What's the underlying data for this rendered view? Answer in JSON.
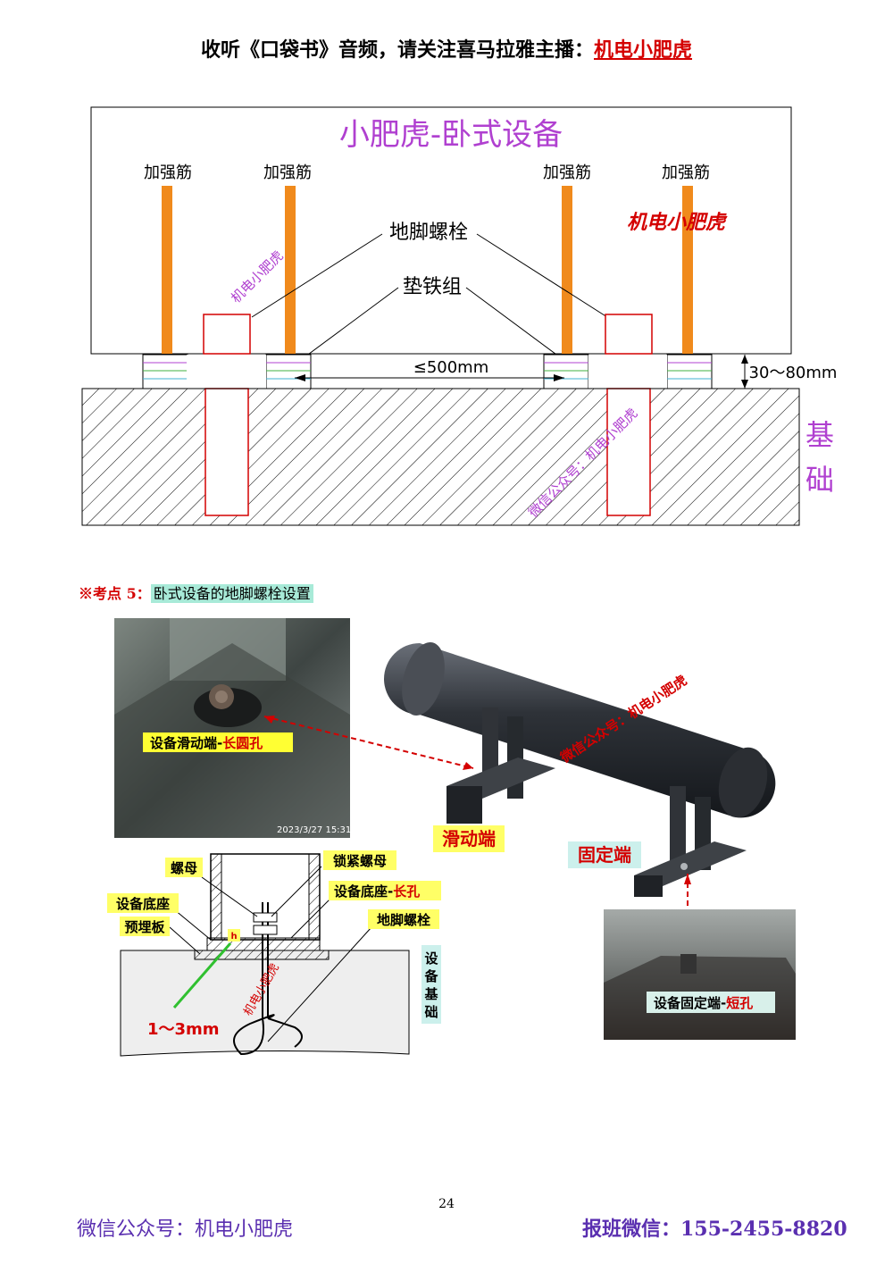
{
  "header": {
    "prefix": "收听《口袋书》音频，请关注喜马拉雅主播：",
    "brand": "机电小肥虎"
  },
  "diagram1": {
    "title": "小肥虎-卧式设备",
    "rib_label": "加强筋",
    "anchor_bolt_label": "地脚螺栓",
    "shim_label": "垫铁组",
    "spacing_label": "≤500mm",
    "gap_label": "30～80mm",
    "foundation_label_1": "基",
    "foundation_label_2": "础",
    "watermark_red": "机电小肥虎",
    "watermark_1": "机电小肥虎",
    "watermark_2": "微信公众号：机电小肥虎"
  },
  "section": {
    "marker": "※考点 5：",
    "title": "卧式设备的地脚螺栓设置"
  },
  "photo1": {
    "label_black": "设备滑动端-",
    "label_red": "长圆孔",
    "timestamp": "2023/3/27  15:31"
  },
  "tank": {
    "sliding_end": "滑动端",
    "fixed_end": "固定端",
    "watermark": "微信公众号：机电小肥虎"
  },
  "detail": {
    "nut": "螺母",
    "lock_nut": "锁紧螺母",
    "base": "设备底座",
    "base_slot_black": "设备底座-",
    "base_slot_red": "长孔",
    "embed_plate": "预埋板",
    "anchor_bolt": "地脚螺栓",
    "foundation": "设备基础",
    "h": "h",
    "gap": "1～3mm",
    "watermark": "机电小肥虎"
  },
  "photo2": {
    "label_black": "设备固定端-",
    "label_red": "短孔"
  },
  "footer": {
    "page": "24",
    "left": "微信公众号：机电小肥虎",
    "right": "报班微信：155-2455-8820"
  },
  "colors": {
    "rib": "#f08a1c",
    "purple": "#b040d0",
    "red": "#d40000",
    "shim_green": "#40b040"
  }
}
